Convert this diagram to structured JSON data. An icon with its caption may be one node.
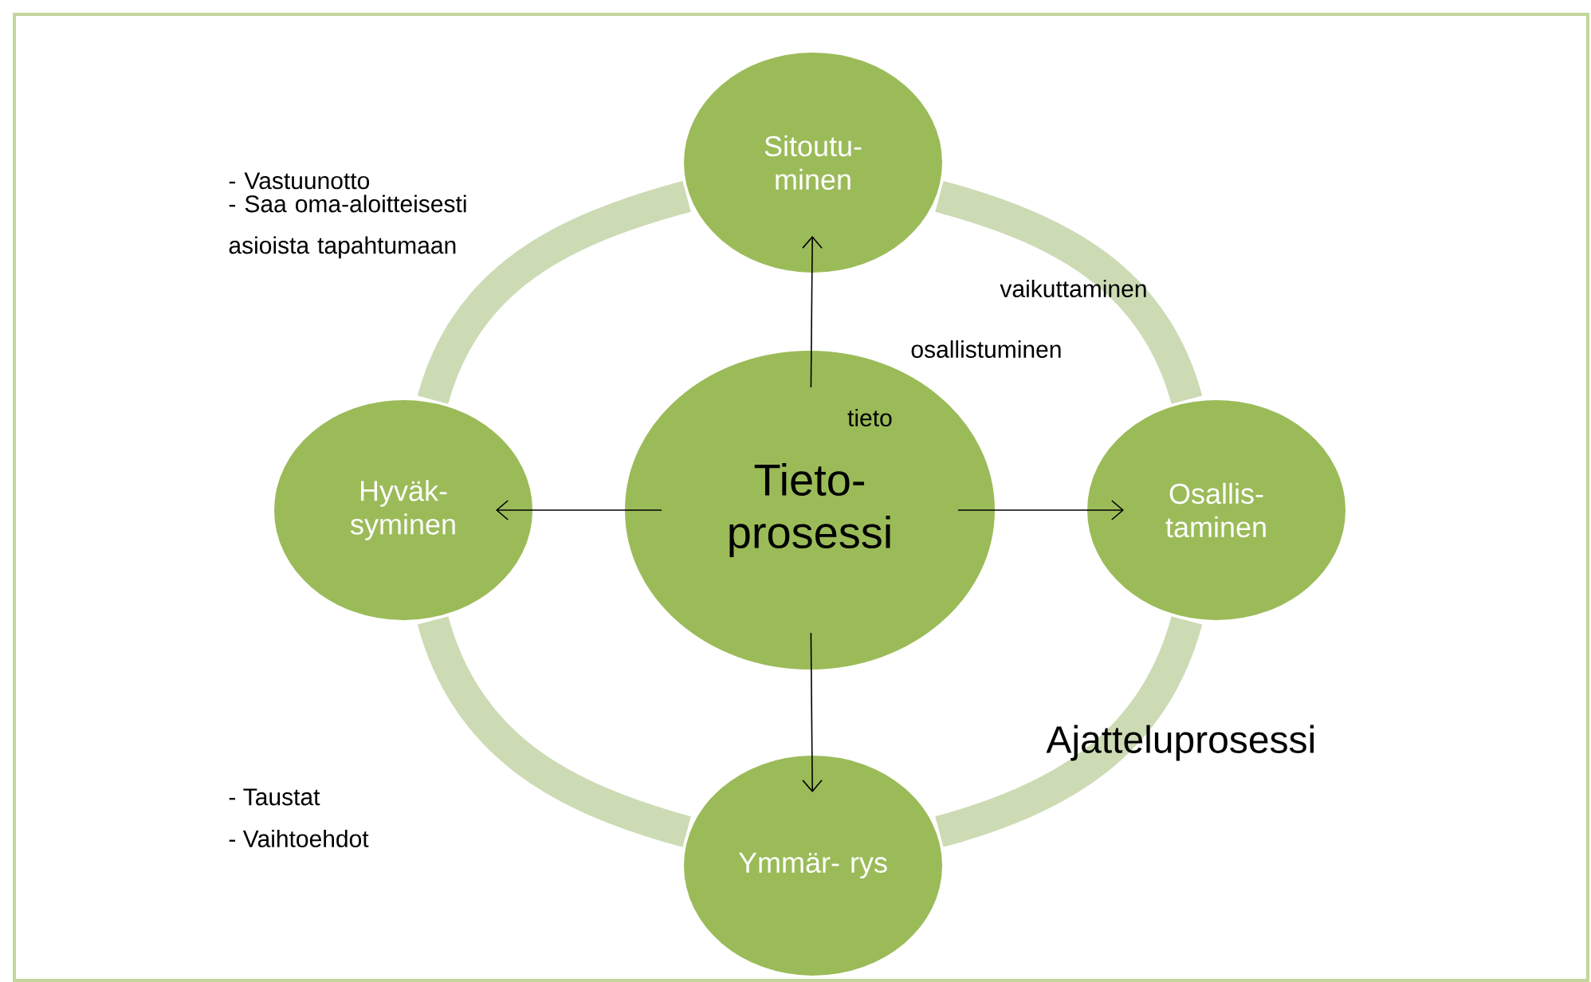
{
  "diagram": {
    "nodes": [
      {
        "text": [
          "Sitoutu- minen"
        ]
      },
      {
        "text": [
          "Hyväk- syminen"
        ]
      },
      {
        "text": [
          "Tieto- prosessi"
        ]
      },
      {
        "text": [
          "Osallis- taminen"
        ]
      },
      {
        "text": [
          "Ymmär- rys"
        ]
      }
    ],
    "edges": [
      {
        "from": 2,
        "to": 0,
        "arrow": "to",
        "label": "tieto"
      },
      {
        "from": 2,
        "to": 1,
        "arrow": "to"
      },
      {
        "from": 2,
        "to": 3,
        "arrow": "to"
      },
      {
        "from": 2,
        "to": 4,
        "arrow": "to"
      },
      {
        "from": 0,
        "to": 3,
        "arrow": "none",
        "style": "thick",
        "color": "#cddbb5"
      },
      {
        "from": 3,
        "to": 4,
        "arrow": "none",
        "style": "thick",
        "color": "#cddbb5"
      },
      {
        "from": 4,
        "to": 1,
        "arrow": "none",
        "style": "thick",
        "color": "#cddbb5"
      },
      {
        "from": 1,
        "to": 0,
        "arrow": "none",
        "style": "thick",
        "color": "#cddbb5"
      }
    ],
    "labels": [
      "- Vastuunotto",
      "- Saa oma-aloitteisesti asioista tapahtumaan",
      "vaikuttaminen",
      "osallistuminen",
      "Ajatteluprosessi",
      "- Taustat",
      "- Vaihtoehdot"
    ]
  }
}
